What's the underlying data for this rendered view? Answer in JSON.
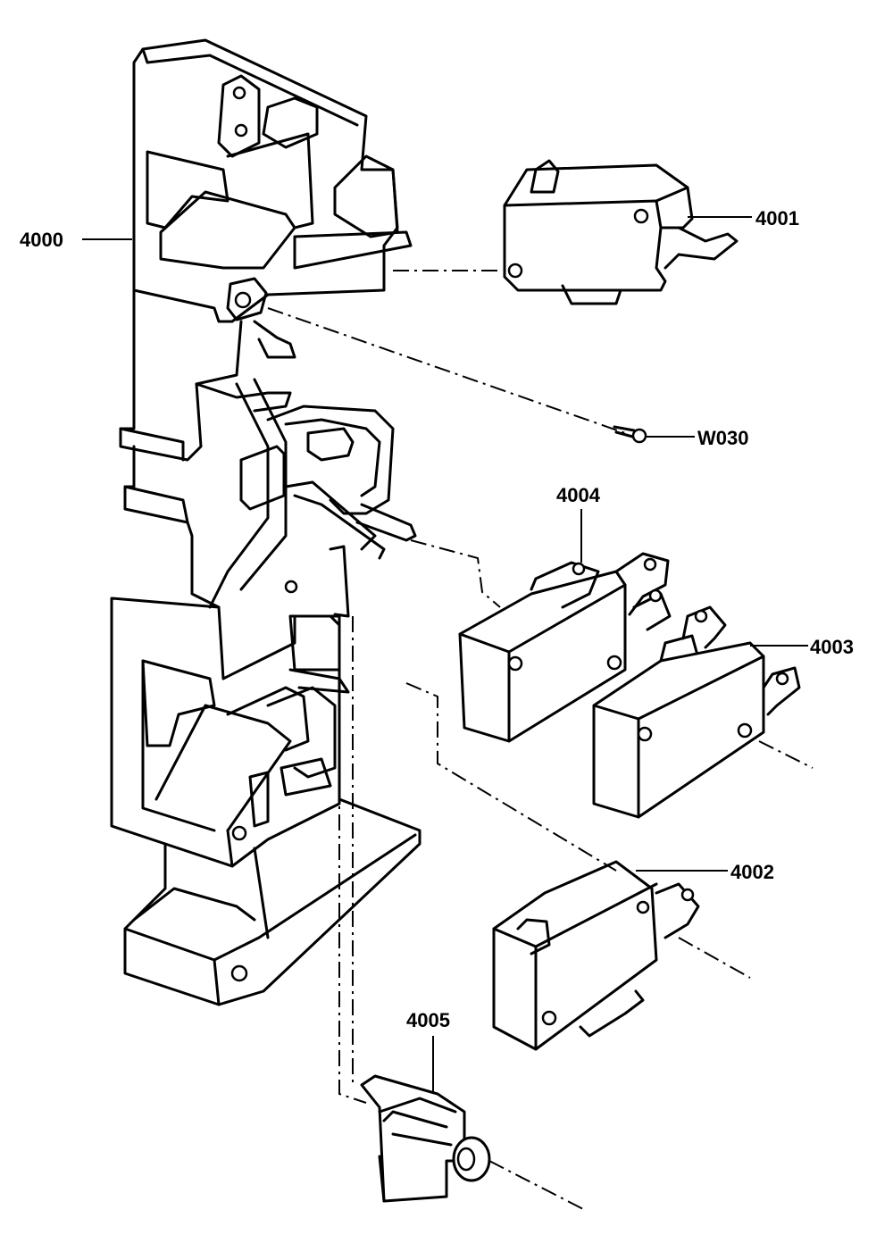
{
  "diagram": {
    "labels": {
      "p4000": "4000",
      "p4001": "4001",
      "w030": "W030",
      "p4004": "4004",
      "p4003": "4003",
      "p4002": "4002",
      "p4005": "4005"
    },
    "colors": {
      "line": "#000000",
      "background": "#ffffff"
    }
  }
}
